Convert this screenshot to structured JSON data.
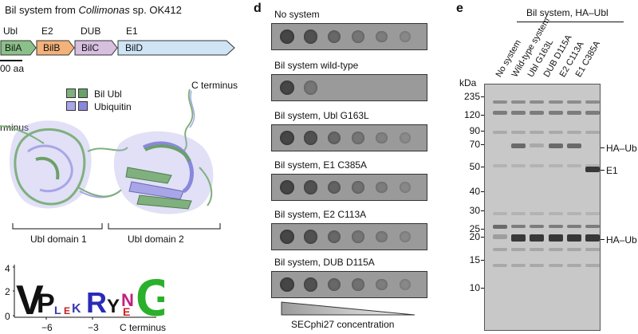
{
  "panel_c": {
    "title_prefix": "Bil system from ",
    "title_italic": "Collimonas",
    "title_suffix": " sp. OK412",
    "genes": [
      {
        "top": "Ubl",
        "name": "BilA",
        "color": "#8cc08a"
      },
      {
        "top": "E2",
        "name": "BilB",
        "color": "#f2b27a"
      },
      {
        "top": "DUB",
        "name": "BilC",
        "color": "#d7bfe0"
      },
      {
        "top": "E1",
        "name": "BilD",
        "color": "#cfe4f5"
      }
    ],
    "scale_label": "00 aa",
    "legend": [
      {
        "label": "Bil Ubl",
        "color": "#7fb07e"
      },
      {
        "label": "Ubiquitin",
        "color": "#a8a6e6"
      }
    ],
    "c_terminus_label": "C terminus",
    "n_terminus_label": "rminus",
    "domain_labels": [
      "Ubl domain 1",
      "Ubl domain 2"
    ],
    "logo": {
      "y_ticks": [
        "0",
        "2",
        "4"
      ],
      "x_ticks": [
        "−6",
        "−3"
      ],
      "x_end_label": "C terminus"
    }
  },
  "panel_d": {
    "letter": "d",
    "plates": [
      {
        "label": "No system",
        "spots": [
          1,
          0.9,
          0.7,
          0.55,
          0.45,
          0.3
        ]
      },
      {
        "label": "Bil system wild-type",
        "spots": [
          1,
          0.55,
          0,
          0,
          0,
          0
        ]
      },
      {
        "label": "Bil system, Ubl G163L",
        "spots": [
          1,
          0.9,
          0.7,
          0.55,
          0.4,
          0.25
        ]
      },
      {
        "label": "Bil system, E1 C385A",
        "spots": [
          1,
          0.9,
          0.75,
          0.6,
          0.45,
          0.3
        ]
      },
      {
        "label": "Bil system, E2 C113A",
        "spots": [
          1,
          0.9,
          0.7,
          0.55,
          0.45,
          0.3
        ]
      },
      {
        "label": "Bil system, DUB D115A",
        "spots": [
          1,
          0.9,
          0.7,
          0.6,
          0.45,
          0.3
        ]
      }
    ],
    "gradient_label": "SECphi27 concentration"
  },
  "panel_e": {
    "letter": "e",
    "header": "Bil system, HA–Ubl",
    "kda_label": "kDa",
    "lanes": [
      "No system",
      "Wild-type system",
      "Ubl G163L",
      "DUB D115A",
      "E2 C113A",
      "E1 C385A"
    ],
    "markers": [
      "235",
      "120",
      "90",
      "70",
      "50",
      "40",
      "30",
      "25",
      "20",
      "15",
      "10"
    ],
    "right_labels": [
      "HA–Ub",
      "E1",
      "HA–Ub"
    ]
  }
}
